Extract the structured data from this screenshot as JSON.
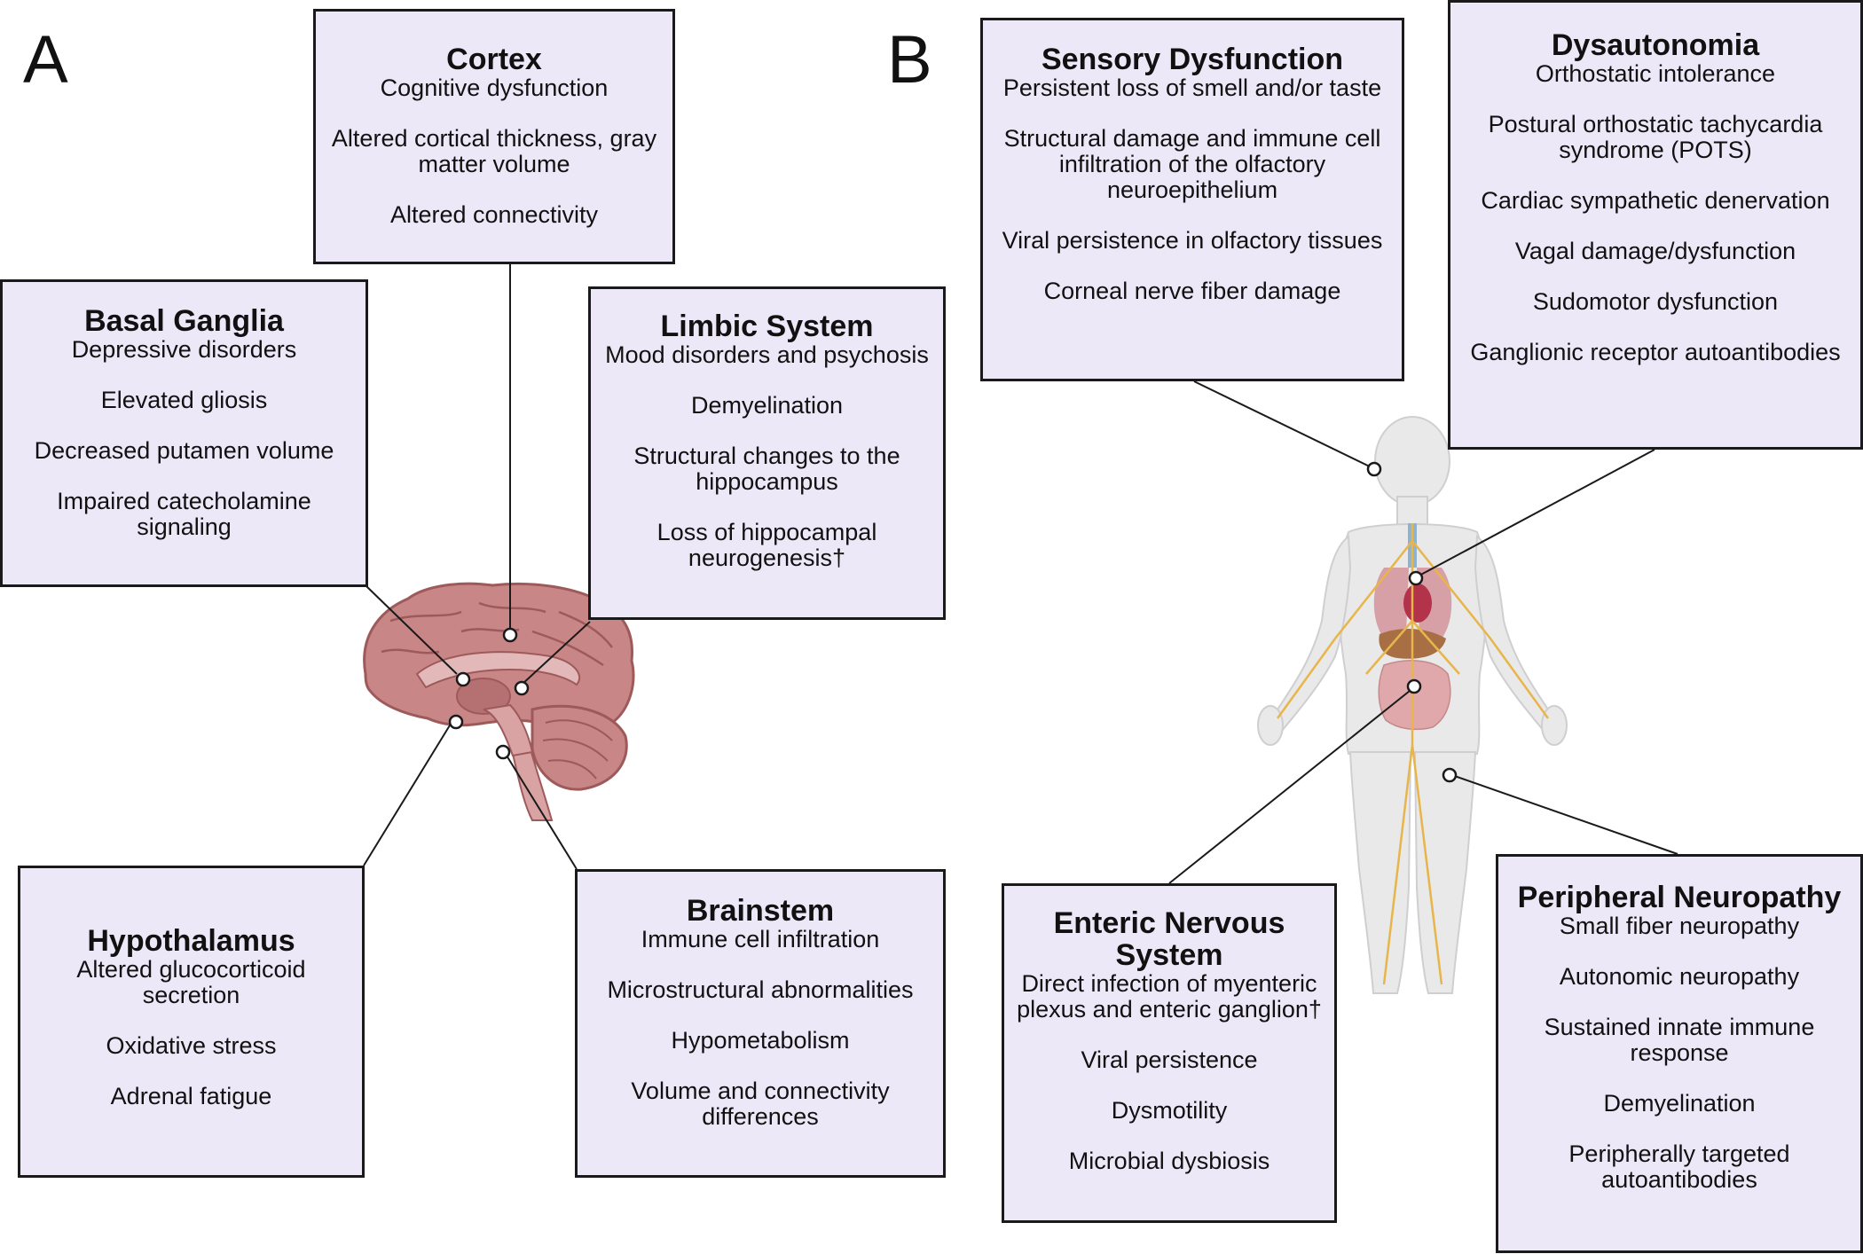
{
  "panels": {
    "a_label": "A",
    "b_label": "B"
  },
  "colors": {
    "box_fill": "#ece8f8",
    "box_border": "#1a1a1a",
    "brain": "#c98686",
    "brain_dark": "#9e5a5a",
    "body": "#e9e9ea",
    "nerves": "#e8b54a"
  },
  "icons": {
    "brain": "brain-icon",
    "body": "human-body-icon"
  },
  "boxes": {
    "cortex": {
      "title": "Cortex",
      "items": [
        "Cognitive dysfunction",
        "Altered cortical thickness, gray matter volume",
        "Altered connectivity"
      ]
    },
    "basal_ganglia": {
      "title": "Basal Ganglia",
      "items": [
        "Depressive disorders",
        "Elevated gliosis",
        "Decreased putamen volume",
        "Impaired catecholamine signaling"
      ]
    },
    "limbic": {
      "title": "Limbic System",
      "items": [
        "Mood disorders and psychosis",
        "Demyelination",
        "Structural changes to the hippocampus",
        "Loss of hippocampal neurogenesis†"
      ]
    },
    "hypothalamus": {
      "title": "Hypothalamus",
      "items": [
        "Altered glucocorticoid secretion",
        "Oxidative stress",
        "Adrenal fatigue"
      ]
    },
    "brainstem": {
      "title": "Brainstem",
      "items": [
        "Immune cell infiltration",
        "Microstructural abnormalities",
        "Hypometabolism",
        "Volume and connectivity differences"
      ]
    },
    "sensory": {
      "title": "Sensory Dysfunction",
      "items": [
        "Persistent loss of smell and/or taste",
        "Structural damage and immune cell infiltration of the olfactory neuroepithelium",
        "Viral persistence in olfactory tissues",
        "Corneal nerve fiber damage"
      ]
    },
    "dysautonomia": {
      "title": "Dysautonomia",
      "items": [
        "Orthostatic intolerance",
        "Postural orthostatic tachycardia syndrome (POTS)",
        "Cardiac sympathetic denervation",
        "Vagal damage/dysfunction",
        "Sudomotor dysfunction",
        "Ganglionic receptor autoantibodies"
      ]
    },
    "enteric": {
      "title": "Enteric Nervous System",
      "items": [
        "Direct infection of myenteric plexus and enteric ganglion†",
        "Viral persistence",
        "Dysmotility",
        "Microbial dysbiosis"
      ]
    },
    "peripheral": {
      "title": "Peripheral Neuropathy",
      "items": [
        "Small fiber neuropathy",
        "Autonomic neuropathy",
        "Sustained innate immune response",
        "Demyelination",
        "Peripherally targeted autoantibodies"
      ]
    }
  }
}
